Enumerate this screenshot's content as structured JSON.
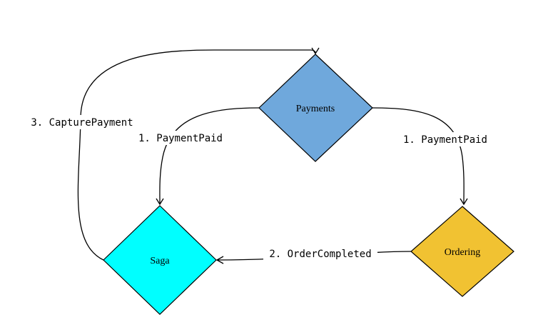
{
  "nodes": {
    "payments": {
      "label": "Payments",
      "color": "#6fa8dc"
    },
    "saga": {
      "label": "Saga",
      "color": "#00ffff"
    },
    "ordering": {
      "label": "Ordering",
      "color": "#f1c232"
    }
  },
  "edges": {
    "payments_to_saga": {
      "label": "1. PaymentPaid"
    },
    "payments_to_ordering": {
      "label": "1. PaymentPaid"
    },
    "ordering_to_saga": {
      "label": "2. OrderCompleted"
    },
    "saga_to_payments": {
      "label": "3. CapturePayment"
    }
  }
}
